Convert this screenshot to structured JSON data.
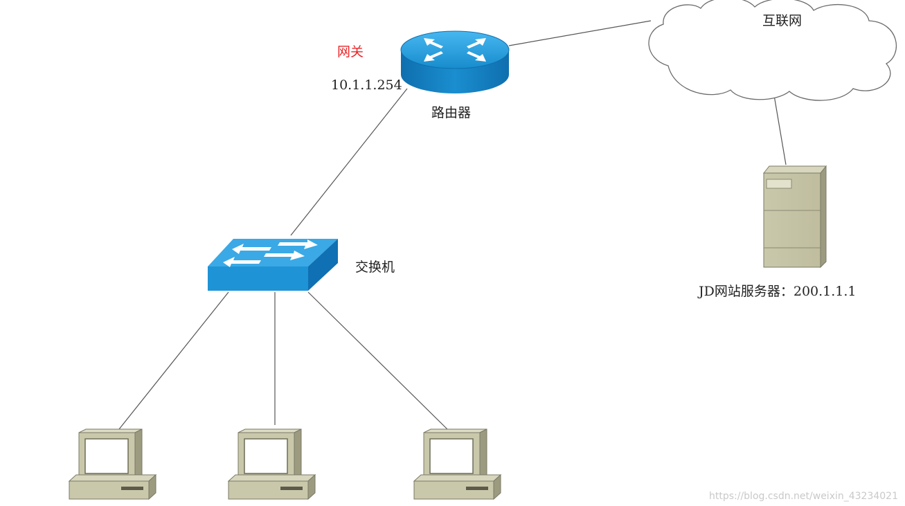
{
  "labels": {
    "gateway": "网关",
    "gateway_ip": "10.1.1.254",
    "router": "路由器",
    "internet": "互联网",
    "switch": "交换机",
    "server": "JD网站服务器：200.1.1.1"
  },
  "watermark": "https://blog.csdn.net/weixin_43234021",
  "colors": {
    "gateway_label": "#e8262a",
    "device_blue": "#1a8ed0",
    "computer_beige": "#c9c8ab"
  }
}
